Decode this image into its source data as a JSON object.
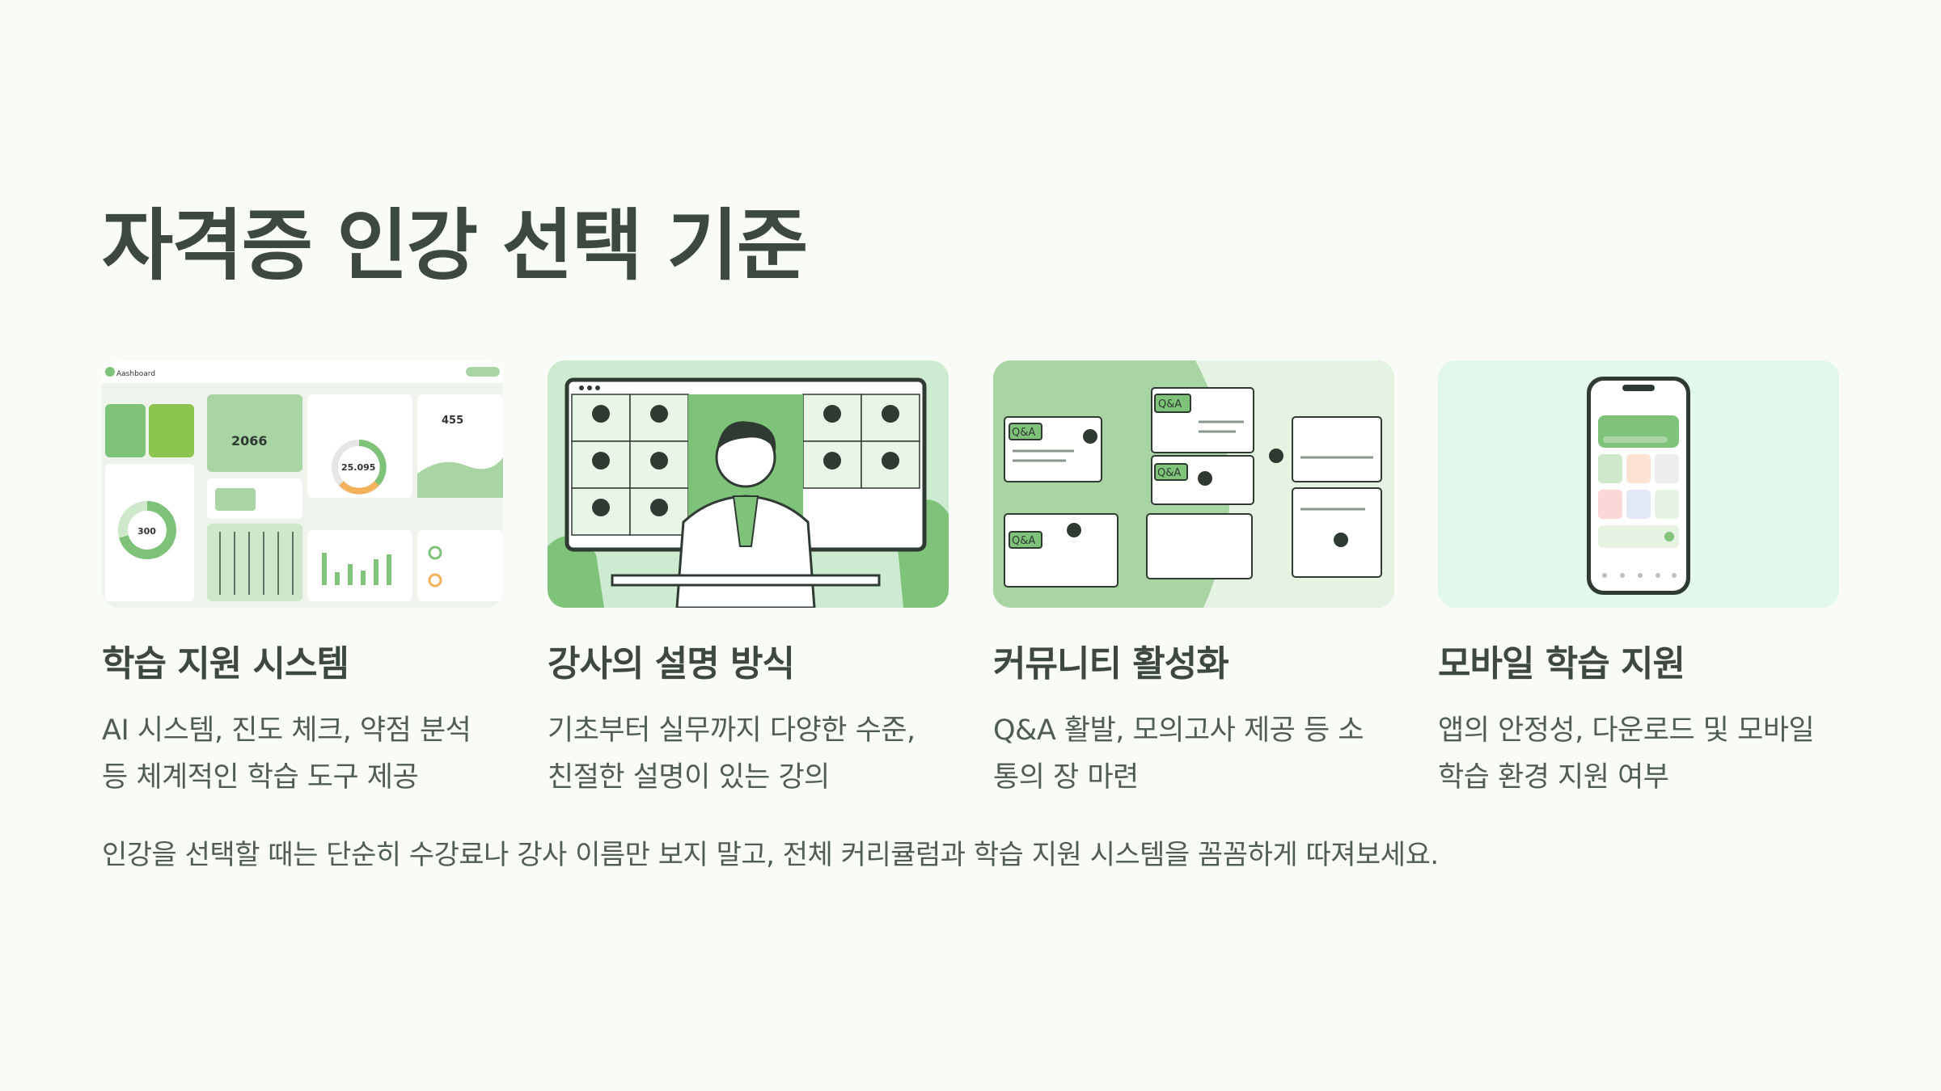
{
  "page": {
    "title": "자격증 인강 선택 기준",
    "footer": "인강을 선택할 때는 단순히 수강료나 강사 이름만 보지 말고, 전체 커리큘럼과 학습 지원 시스템을 꼼꼼하게 따져보세요."
  },
  "cards": [
    {
      "title": "학습 지원 시스템",
      "desc_line1": "AI 시스템, 진도 체크, 약점 분석",
      "desc_line2": "등 체계적인 학습 도구 제공",
      "image": {
        "app_name": "Aashboard",
        "stat_big": "2066",
        "donut_value": "25.095",
        "donut_small": "300",
        "counter": "455"
      }
    },
    {
      "title": "강사의 설명 방식",
      "desc_line1": "기초부터 실무까지 다양한 수준,",
      "desc_line2": "친절한 설명이 있는 강의"
    },
    {
      "title": "커뮤니티 활성화",
      "desc_line1": "Q&A 활발, 모의고사 제공 등 소",
      "desc_line2": "통의 장 마련",
      "image": {
        "qa_label": "Q&A"
      }
    },
    {
      "title": "모바일 학습 지원",
      "desc_line1": "앱의 안정성, 다운로드 및 모바일",
      "desc_line2": "학습 환경 지원 여부"
    }
  ],
  "colors": {
    "accent_green": "#7fc27a",
    "light_green": "#cfe8cb",
    "text_dark": "#3d4841",
    "background": "#f9fbf6"
  }
}
